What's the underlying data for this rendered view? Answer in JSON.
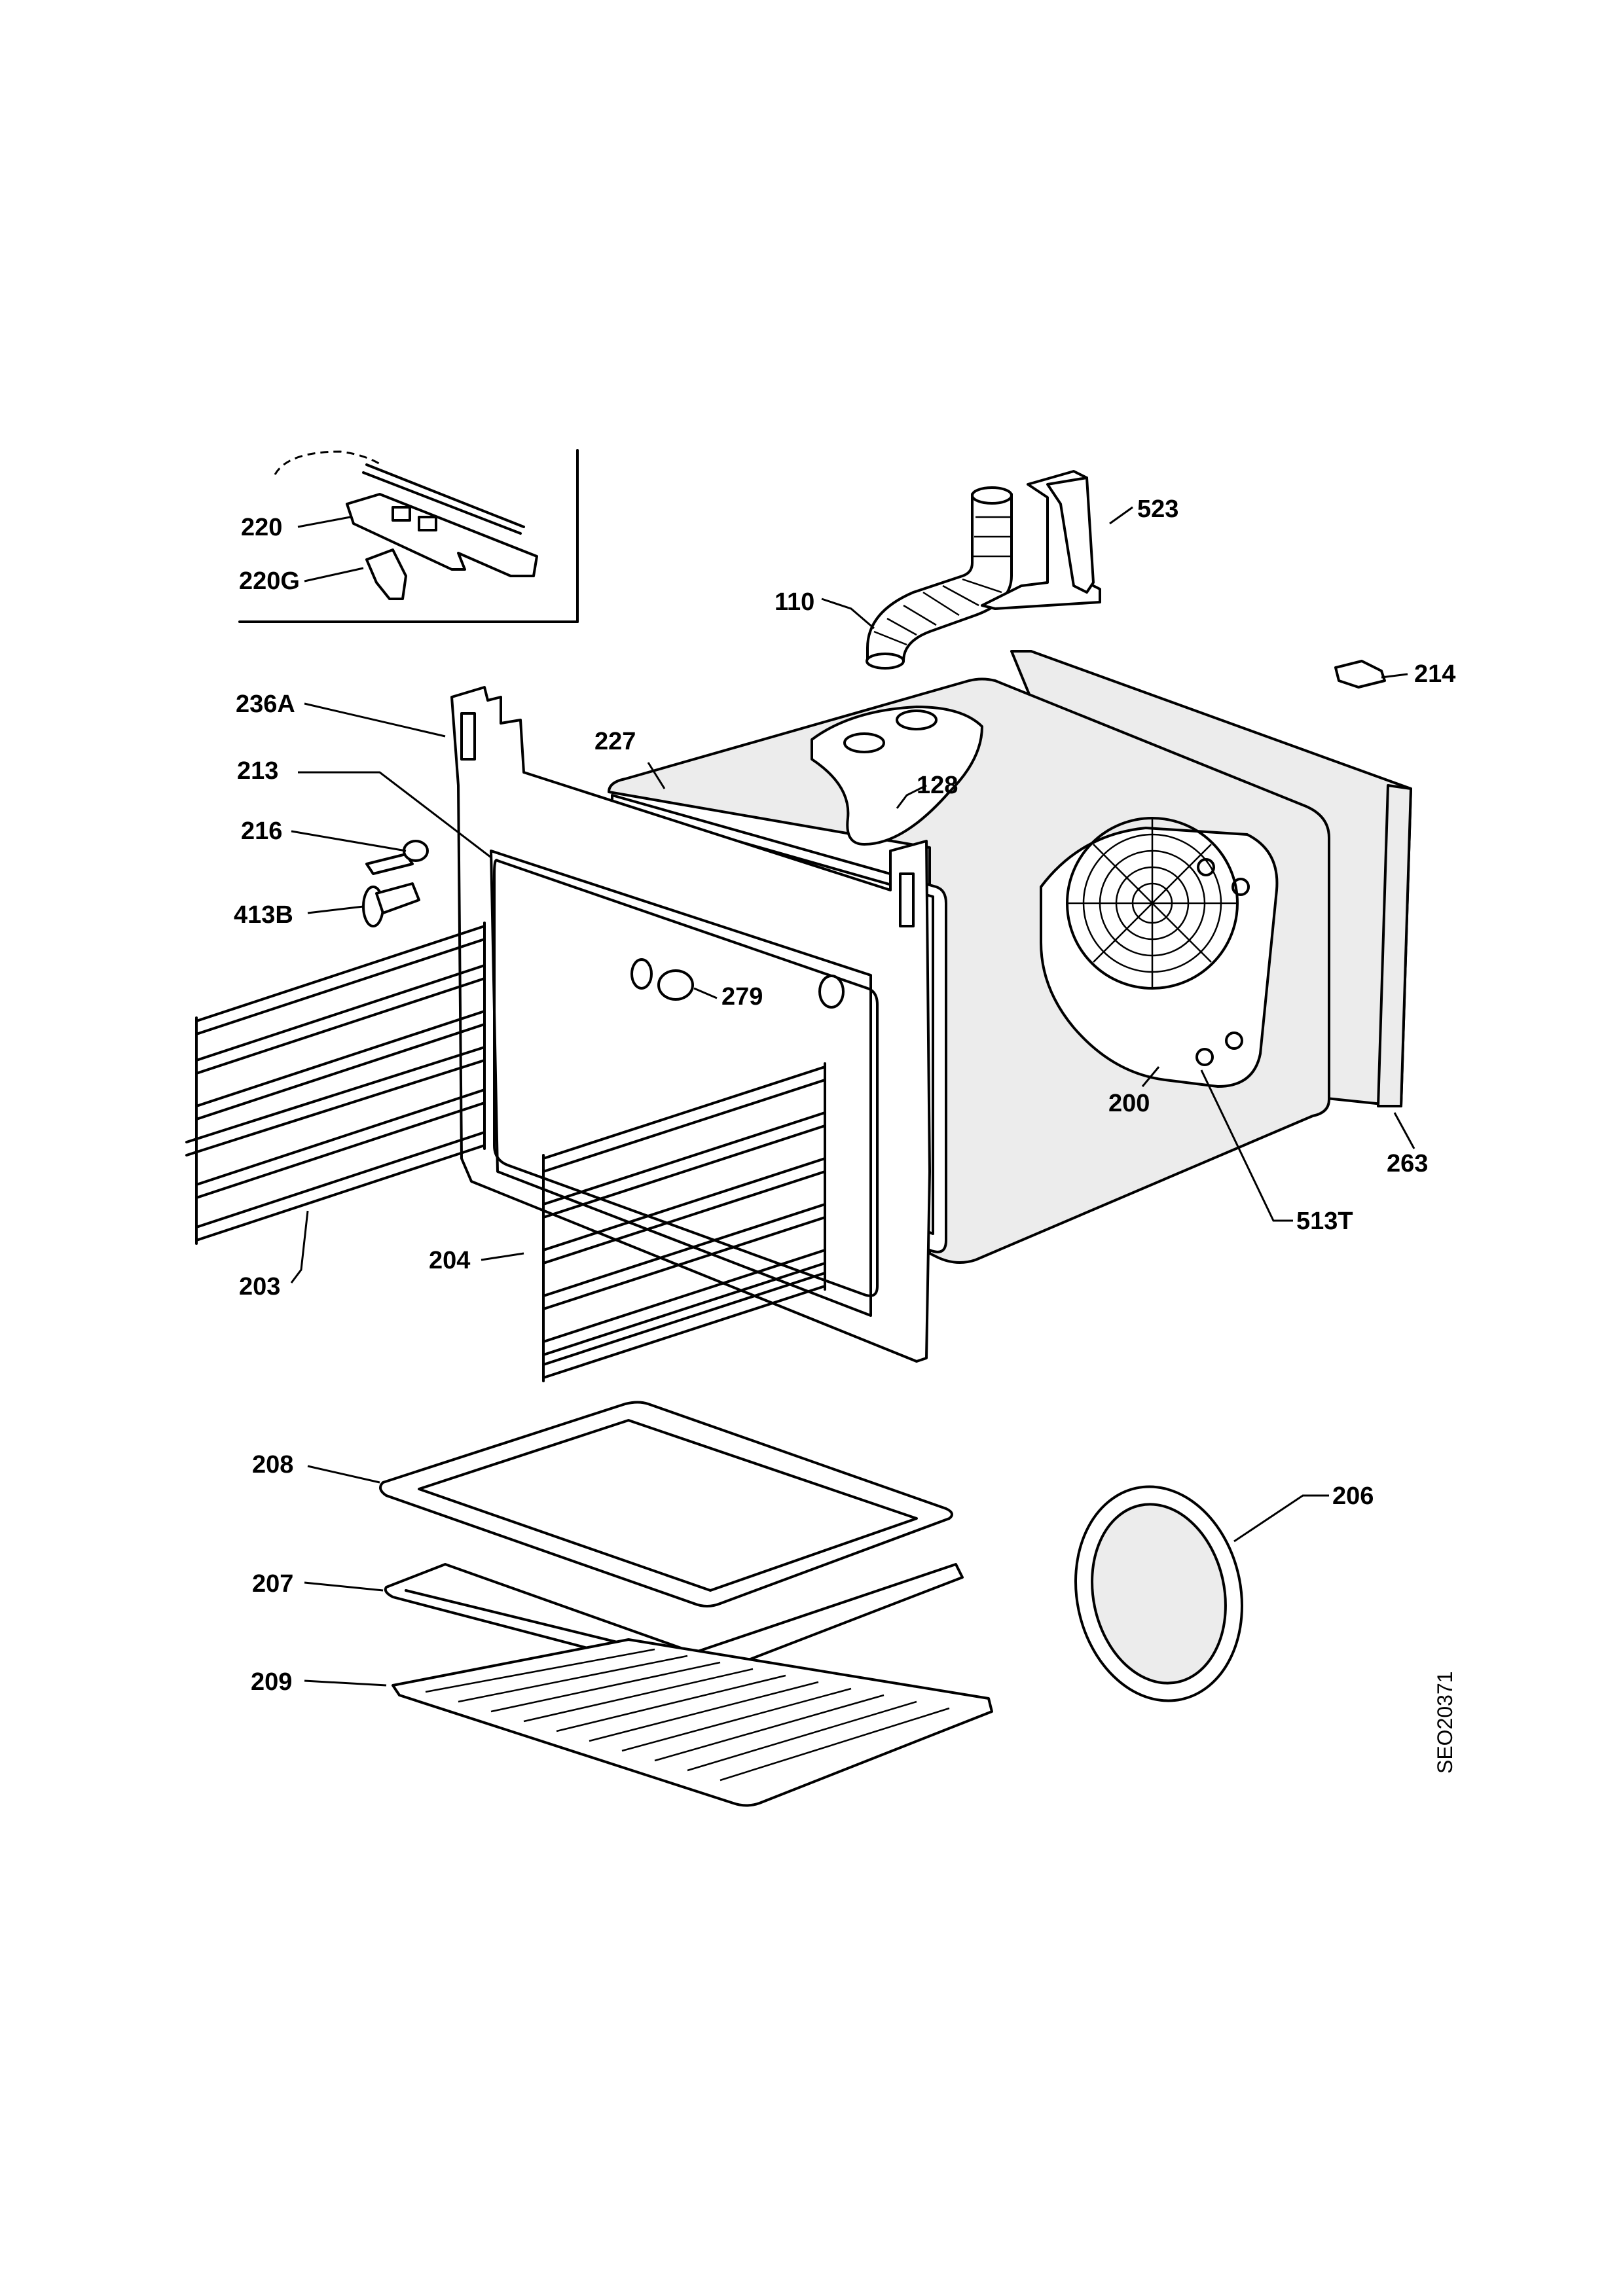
{
  "drawing_ref": "SEO20371",
  "parts": {
    "p220": "220",
    "p220G": "220G",
    "p110": "110",
    "p523": "523",
    "p214": "214",
    "p236A": "236A",
    "p227": "227",
    "p213": "213",
    "p128": "128",
    "p216": "216",
    "p413B": "413B",
    "p279": "279",
    "p200": "200",
    "p263": "263",
    "p513T": "513T",
    "p203": "203",
    "p204": "204",
    "p208": "208",
    "p206": "206",
    "p207": "207",
    "p209": "209"
  }
}
